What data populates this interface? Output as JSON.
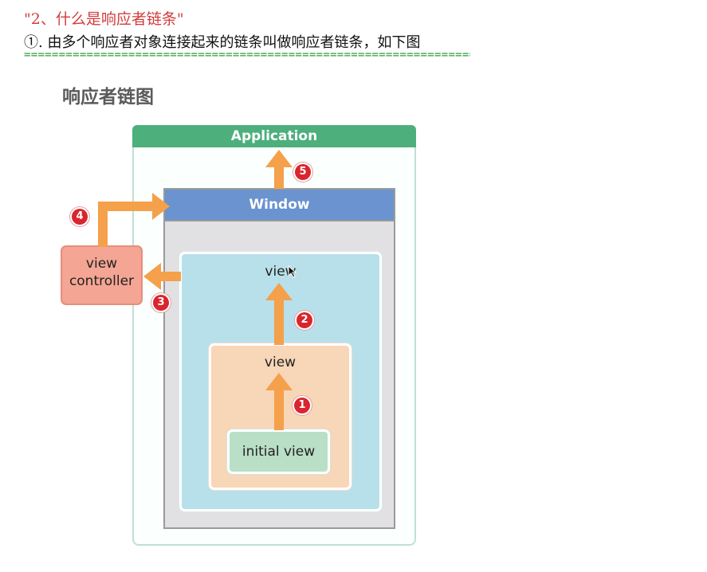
{
  "heading": "\"2、什么是响应者链条\"",
  "description": "①. 由多个响应者对象连接起来的链条叫做响应者链条，如下图",
  "rule": "=====================================================================",
  "diagram": {
    "title": "响应者链图",
    "application_label": "Application",
    "window_label": "Window",
    "outer_view_label": "view",
    "middle_view_label": "view",
    "initial_view_label": "initial view",
    "vc_label_line1": "view",
    "vc_label_line2": "controller",
    "steps": [
      "1",
      "2",
      "3",
      "4",
      "5"
    ]
  },
  "colors": {
    "heading": "#d23c3c",
    "rule": "#2f9e3a",
    "application": "#4daf7c",
    "window": "#6a93cf",
    "outer_view": "#b8e0ea",
    "middle_view": "#f8d6b8",
    "initial_view": "#b9dfc6",
    "view_controller": "#f4a594",
    "arrow": "#f5a04a",
    "badge": "#d9262e"
  }
}
